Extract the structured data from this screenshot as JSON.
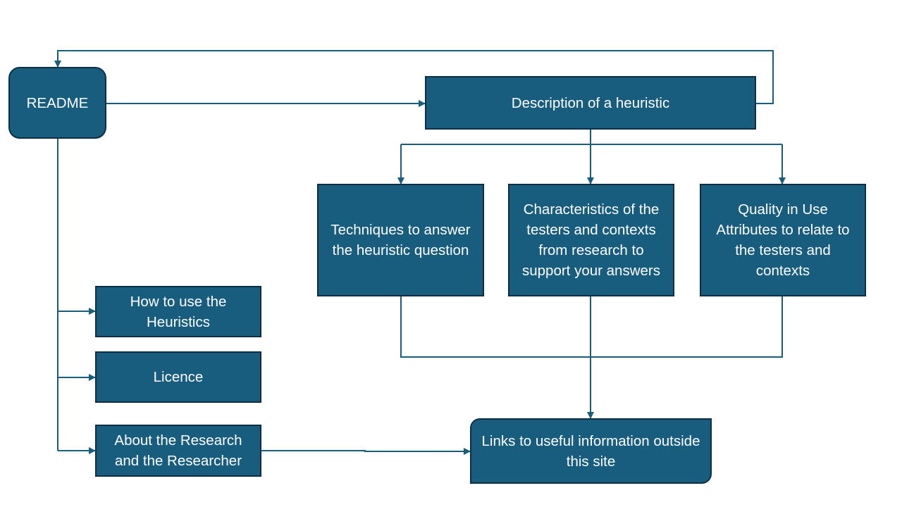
{
  "colors": {
    "node_fill": "#185c7e",
    "node_border": "#0d2f44",
    "connector": "#185c7e",
    "text": "#ffffff",
    "background": "#ffffff"
  },
  "nodes": {
    "readme": "README",
    "description": "Description of a heuristic",
    "techniques": "Techniques to answer the heuristic question",
    "characteristics": "Characteristics of the testers and contexts from research to support your answers",
    "quality": "Quality in Use Attributes to relate to the testers and contexts",
    "how_to_use": "How to use the Heuristics",
    "licence": "Licence",
    "about": "About the Research and the Researcher",
    "links": "Links to useful information outside this site"
  }
}
